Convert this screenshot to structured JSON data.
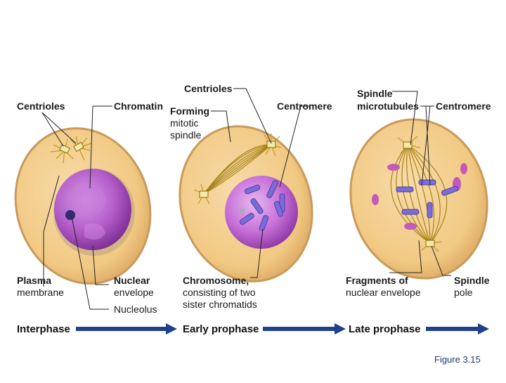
{
  "labels": {
    "centrioles_1": "Centrioles",
    "chromatin": "Chromatin",
    "plasma_membrane_1": "Plasma",
    "plasma_membrane_2": "membrane",
    "nuclear_envelope_1": "Nuclear",
    "nuclear_envelope_2": "envelope",
    "nucleolus": "Nucleolus",
    "centrioles_2": "Centrioles",
    "forming_spindle_1": "Forming",
    "forming_spindle_2": "mitotic",
    "forming_spindle_3": "spindle",
    "centromere_1": "Centromere",
    "chromosome_1": "Chromosome,",
    "chromosome_2": "consisting of two",
    "chromosome_3": "sister chromatids",
    "spindle_mt_1": "Spindle",
    "spindle_mt_2": "microtubules",
    "centromere_2": "Centromere",
    "fragments_1": "Fragments of",
    "fragments_2": "nuclear envelope",
    "spindle_pole_1": "Spindle",
    "spindle_pole_2": "pole"
  },
  "phases": [
    "Interphase",
    "Early prophase",
    "Late prophase"
  ],
  "caption": "Figure 3.15",
  "colors": {
    "cytoplasm": "#f2cf92",
    "cell_edge": "#c89a5b",
    "nucleus": "#b35cc9",
    "chromosome": "#7b6cd6",
    "spindle": "#a88419",
    "arrow": "#1f3f8f"
  }
}
